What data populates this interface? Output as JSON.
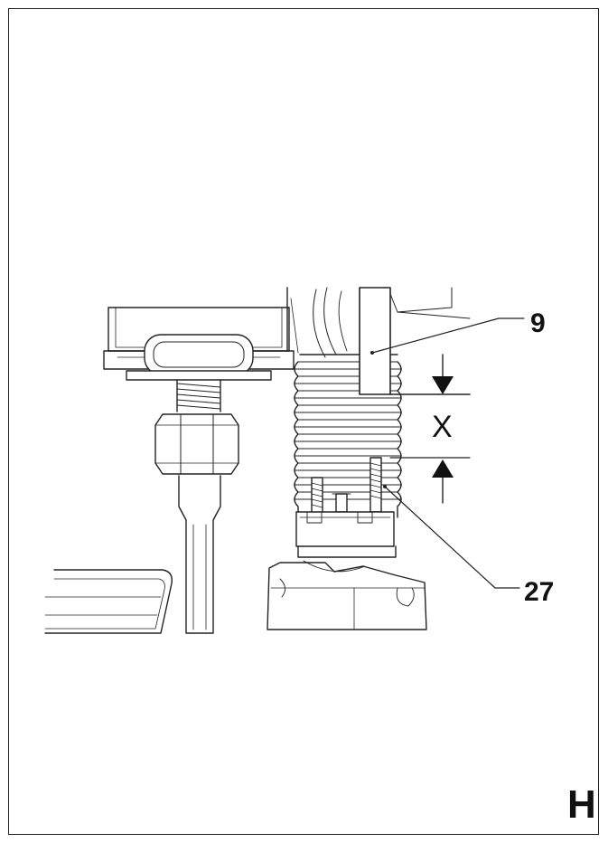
{
  "callouts": {
    "part_9": "9",
    "part_27": "27"
  },
  "dimension": {
    "label": "X"
  },
  "panel": {
    "letter": "H"
  }
}
